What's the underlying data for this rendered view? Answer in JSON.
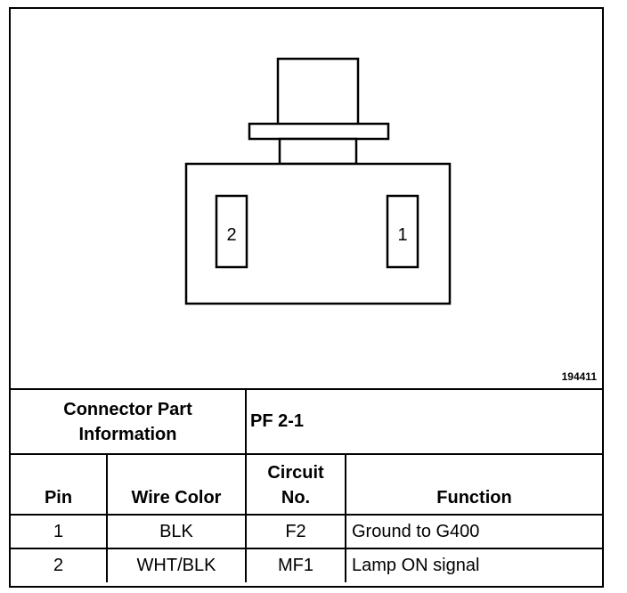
{
  "figure_id": "194411",
  "connector": {
    "pins": [
      {
        "label": "2"
      },
      {
        "label": "1"
      }
    ]
  },
  "table": {
    "part_info_label_line1": "Connector Part",
    "part_info_label_line2": "Information",
    "part_info_value": "PF 2-1",
    "headers": {
      "pin": "Pin",
      "wire_color": "Wire Color",
      "circuit_line1": "Circuit",
      "circuit_line2": "No.",
      "function": "Function"
    },
    "rows": [
      {
        "pin": "1",
        "wire_color": "BLK",
        "circuit": "F2",
        "function": "Ground to G400"
      },
      {
        "pin": "2",
        "wire_color": "WHT/BLK",
        "circuit": "MF1",
        "function": "Lamp ON signal"
      }
    ]
  }
}
